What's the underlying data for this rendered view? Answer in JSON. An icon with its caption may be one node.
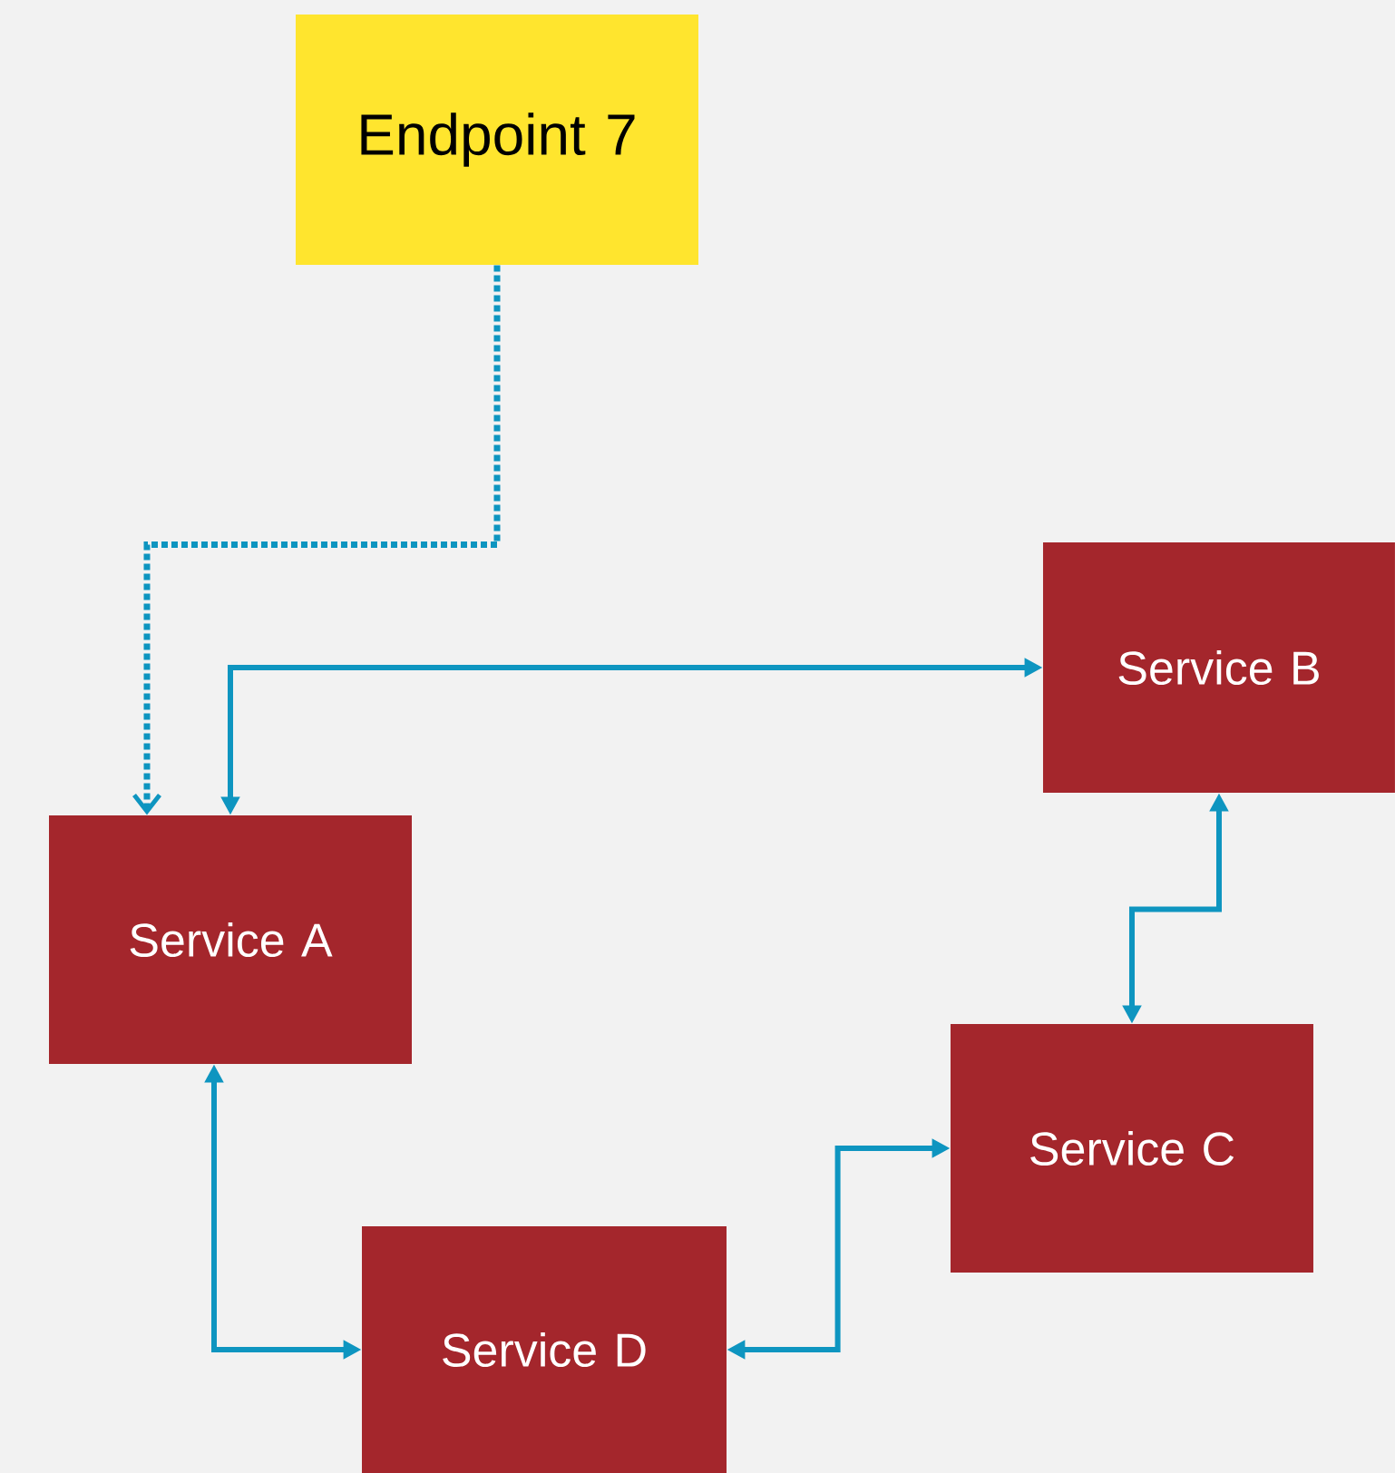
{
  "diagram": {
    "nodes": [
      {
        "text": [
          "Endpoint 7"
        ]
      },
      {
        "text": [
          "Service A"
        ]
      },
      {
        "text": [
          "Service B"
        ]
      },
      {
        "text": [
          "Service C"
        ]
      },
      {
        "text": [
          "Service D"
        ]
      }
    ],
    "edges": [
      {
        "from": 0,
        "to": 1,
        "arrow": "to",
        "style": "dashed"
      },
      {
        "from": 1,
        "to": 2,
        "arrow": "both"
      },
      {
        "from": 2,
        "to": 3,
        "arrow": "both"
      },
      {
        "from": 3,
        "to": 4,
        "arrow": "both"
      },
      {
        "from": 1,
        "to": 4,
        "arrow": "both"
      }
    ]
  }
}
